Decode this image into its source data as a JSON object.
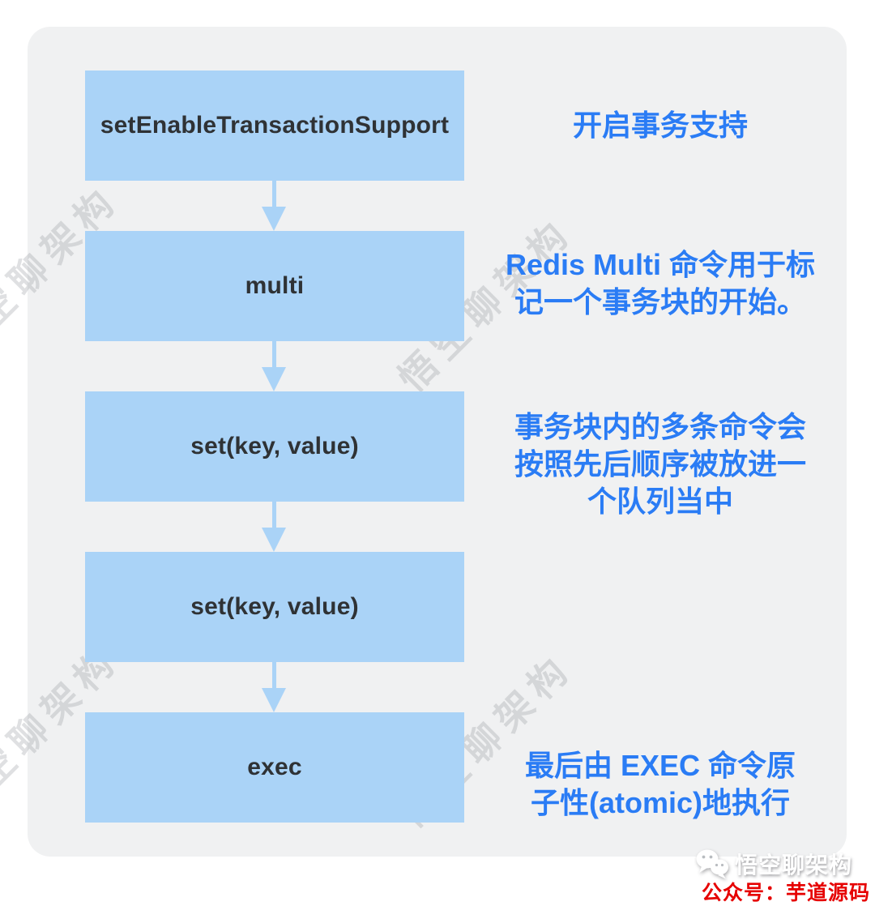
{
  "flowchart": {
    "nodes": [
      {
        "label": "setEnableTransactionSupport"
      },
      {
        "label": "multi"
      },
      {
        "label": "set(key, value)"
      },
      {
        "label": "set(key, value)"
      },
      {
        "label": "exec"
      }
    ],
    "annotations": [
      {
        "lines": [
          "开启事务支持"
        ]
      },
      {
        "lines": [
          "Redis Multi 命令用于标",
          "记一个事务块的开始。"
        ]
      },
      {
        "lines": [
          "事务块内的多条命令会",
          "按照先后顺序被放进一",
          "个队列当中"
        ]
      },
      {
        "lines": [
          "最后由 EXEC 命令原",
          "子性(atomic)地执行"
        ]
      }
    ]
  },
  "watermark": {
    "text": "悟空聊架构"
  },
  "footer": {
    "brand_name": "悟空聊架构",
    "account_line": "公众号：芋道源码",
    "icon": "wechat-icon"
  },
  "colors": {
    "panel_bg": "#f0f1f2",
    "node_fill": "#aad3f7",
    "node_text": "#2f3235",
    "annotation_text": "#2a7cf5",
    "footer_red": "#e60000",
    "brand_white": "#ffffff"
  }
}
